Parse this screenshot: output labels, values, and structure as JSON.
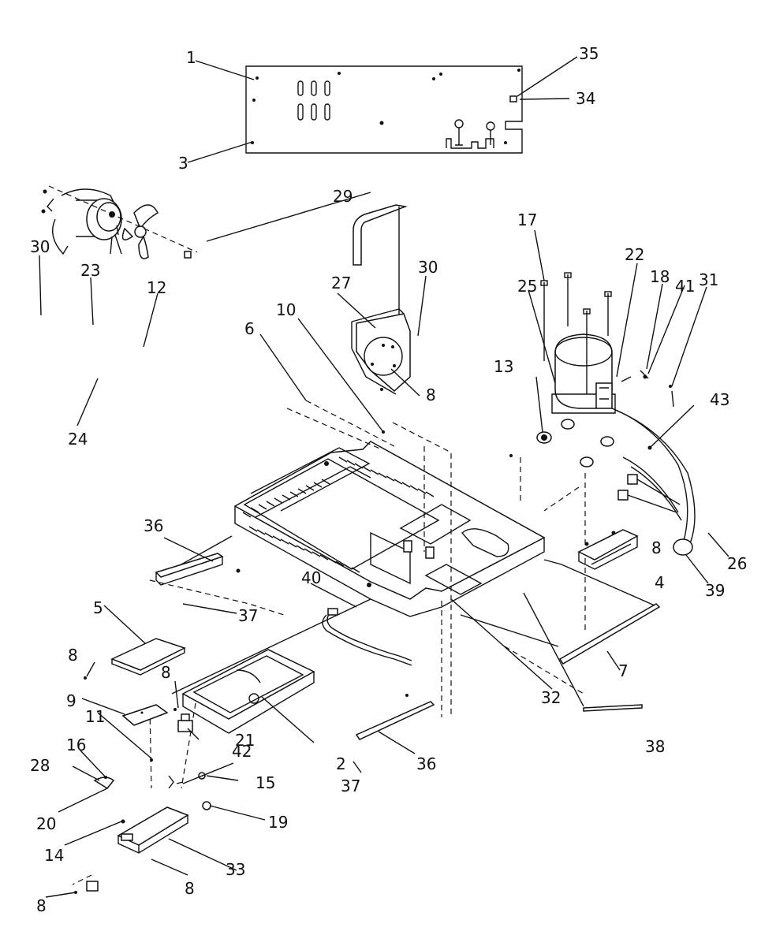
{
  "callouts": {
    "c1": "1",
    "c3": "3",
    "c35": "35",
    "c34": "34",
    "c29": "29",
    "c17": "17",
    "c22": "22",
    "c30a": "30",
    "c30b": "30",
    "c23": "23",
    "c12": "12",
    "c27": "27",
    "c18": "18",
    "c41": "41",
    "c31": "31",
    "c25": "25",
    "c10": "10",
    "c6": "6",
    "c13": "13",
    "c8a": "8",
    "c43": "43",
    "c24": "24",
    "c36a": "36",
    "c8b": "8",
    "c26": "26",
    "c4": "4",
    "c39": "39",
    "c37a": "37",
    "c40": "40",
    "c5": "5",
    "c7": "7",
    "c8c": "8",
    "c32": "32",
    "c8d": "8",
    "c38": "38",
    "c9": "9",
    "c21": "21",
    "c11": "11",
    "c2": "2",
    "c36b": "36",
    "c42": "42",
    "c16": "16",
    "c15": "15",
    "c28": "28",
    "c37b": "37",
    "c19": "19",
    "c20": "20",
    "c14": "14",
    "c33": "33",
    "c8e": "8",
    "c8f": "8"
  }
}
